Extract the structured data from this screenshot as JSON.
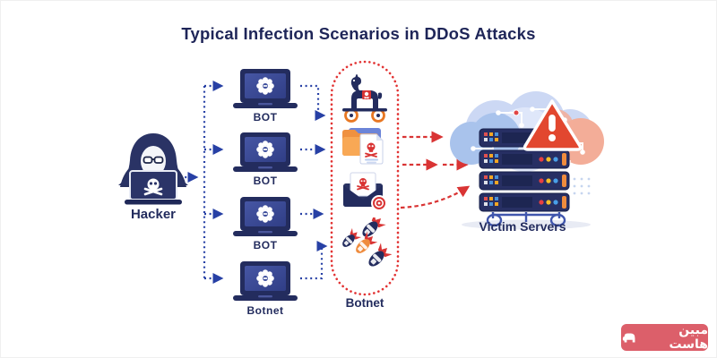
{
  "title": "Typical Infection Scenarios in DDoS Attacks",
  "hacker": {
    "label": "Hacker"
  },
  "bots": [
    {
      "label": "BOT"
    },
    {
      "label": "BOT"
    },
    {
      "label": "BOT"
    },
    {
      "label": "Botnet"
    }
  ],
  "botnet_group": {
    "label": "Botnet",
    "icons": [
      "trojan-horse",
      "infected-files-folder",
      "malicious-email",
      "malware-payload-bombs"
    ]
  },
  "victim_servers": {
    "label": "Victim Servers"
  },
  "watermark": {
    "text": "مبین هاست",
    "logo": "elephant-logo"
  },
  "icons": {
    "hacker": "hooded-hacker-with-skull-laptop",
    "bot": "laptop-with-bug-virus",
    "servers": "server-rack-in-clouds-with-warning-triangle"
  },
  "colors": {
    "navy": "#232c5e",
    "title_text": "#1e2558",
    "blue_arrow": "#2740a5",
    "red_dashed": "#d93434",
    "oval_border": "#e23333",
    "folder_orange": "#f39b4a",
    "bomb_orange": "#ef8c3e",
    "cloud_blue": "#a9c3ec",
    "cloud_salmon": "#f3ad98",
    "warning_red": "#e2472f",
    "watermark_bg": "#dc5f6a"
  }
}
